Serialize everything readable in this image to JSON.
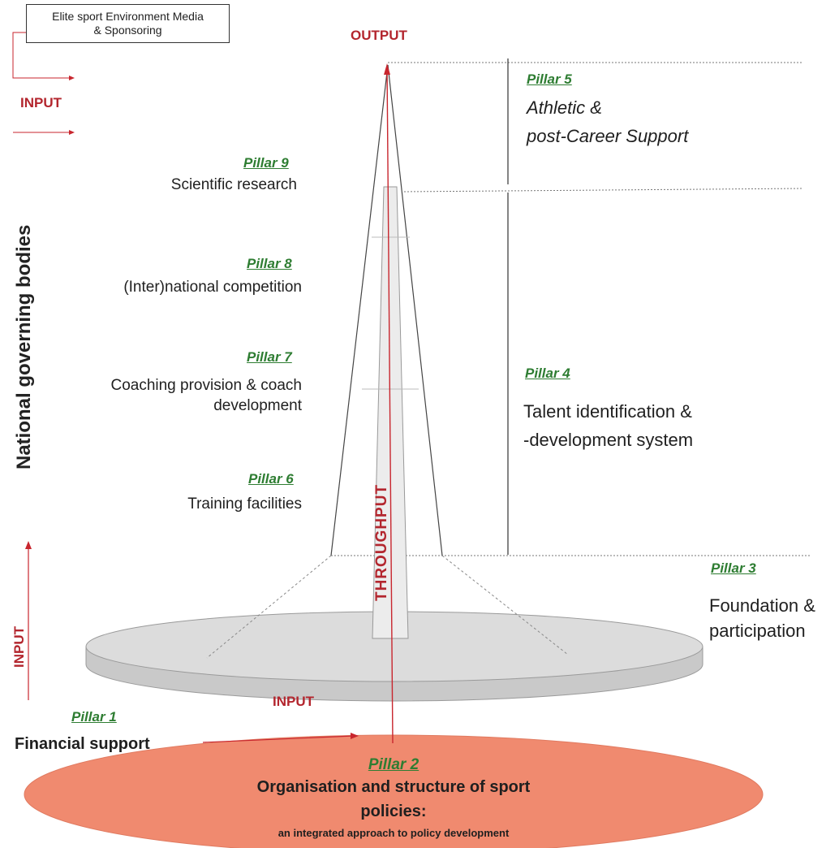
{
  "environment_box": {
    "line1": "Elite sport Environment Media",
    "line2": "& Sponsoring"
  },
  "flow_labels": {
    "output": "OUTPUT",
    "input_top": "INPUT",
    "input_left": "INPUT",
    "input_bottom": "INPUT",
    "throughput": "THROUGHPUT"
  },
  "side_label": "National governing bodies",
  "pillars": [
    {
      "tag": "Pillar 1",
      "lines": [
        "Financial support"
      ]
    },
    {
      "tag": "Pillar 2",
      "lines": [
        "Organisation and structure of sport",
        "policies:",
        "an integrated approach to policy development"
      ]
    },
    {
      "tag": "Pillar 3",
      "lines": [
        "Foundation &",
        "participation"
      ]
    },
    {
      "tag": "Pillar 4",
      "lines": [
        "Talent identification &",
        "-development system"
      ]
    },
    {
      "tag": "Pillar 5",
      "lines": [
        "Athletic &",
        "post-Career Support"
      ]
    },
    {
      "tag": "Pillar 6",
      "lines": [
        "Training facilities"
      ]
    },
    {
      "tag": "Pillar 7",
      "lines": [
        "Coaching provision & coach",
        "development"
      ]
    },
    {
      "tag": "Pillar 8",
      "lines": [
        "(Inter)national competition"
      ]
    },
    {
      "tag": "Pillar 9",
      "lines": [
        "Scientific research"
      ]
    }
  ],
  "colors": {
    "pillar_tag": "#2e7d32",
    "flow_red": "#b3262e",
    "base_ellipse": "#f08a6f",
    "platform": "#d9d9d9"
  }
}
